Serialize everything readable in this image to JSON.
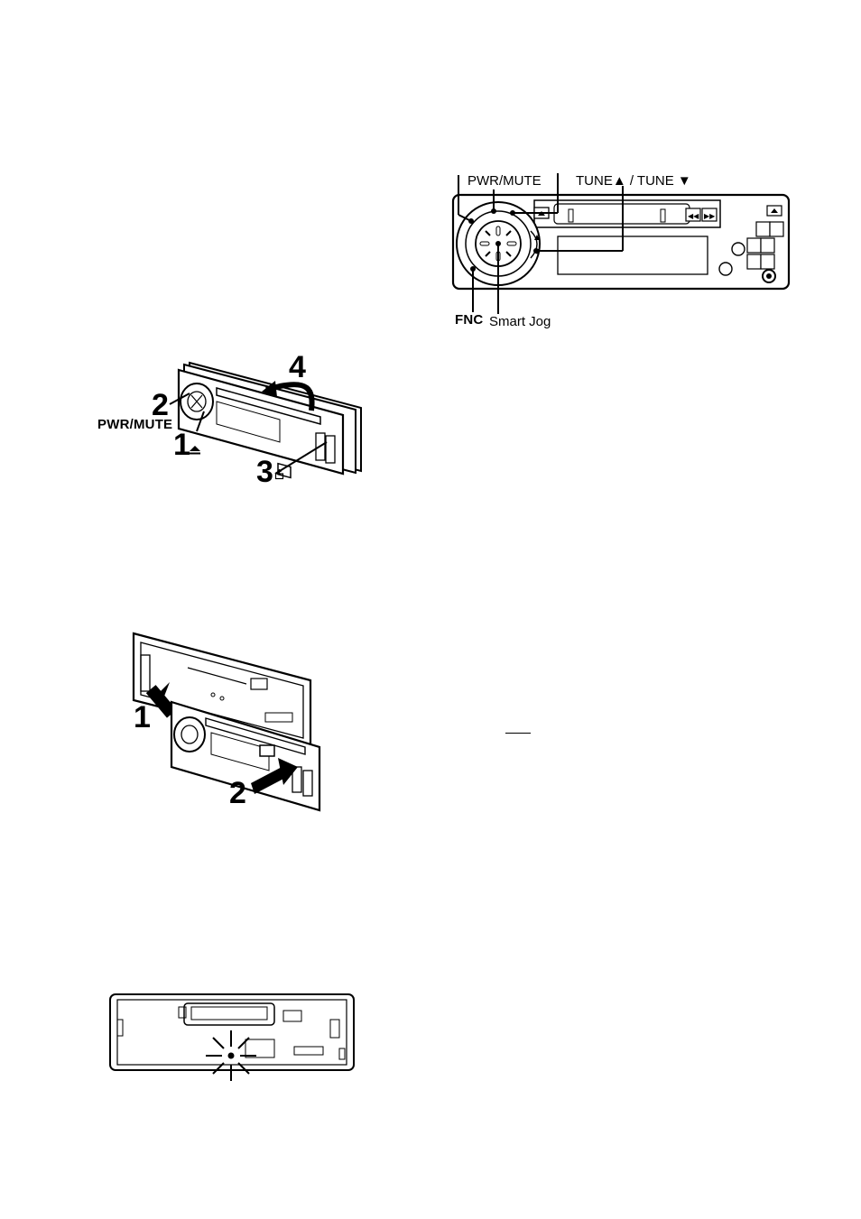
{
  "figure1": {
    "step4": "4",
    "step2": "2",
    "pwr_mute": "PWR/MUTE",
    "step1": "1",
    "step3": "3"
  },
  "figure2": {
    "pwr_mute": "PWR/MUTE",
    "tune": "TUNE▲ / TUNE ▼",
    "fnc": "FNC",
    "smart_jog": "Smart Jog"
  },
  "figure3": {
    "step1": "1",
    "step2": "2"
  },
  "figure4": {}
}
